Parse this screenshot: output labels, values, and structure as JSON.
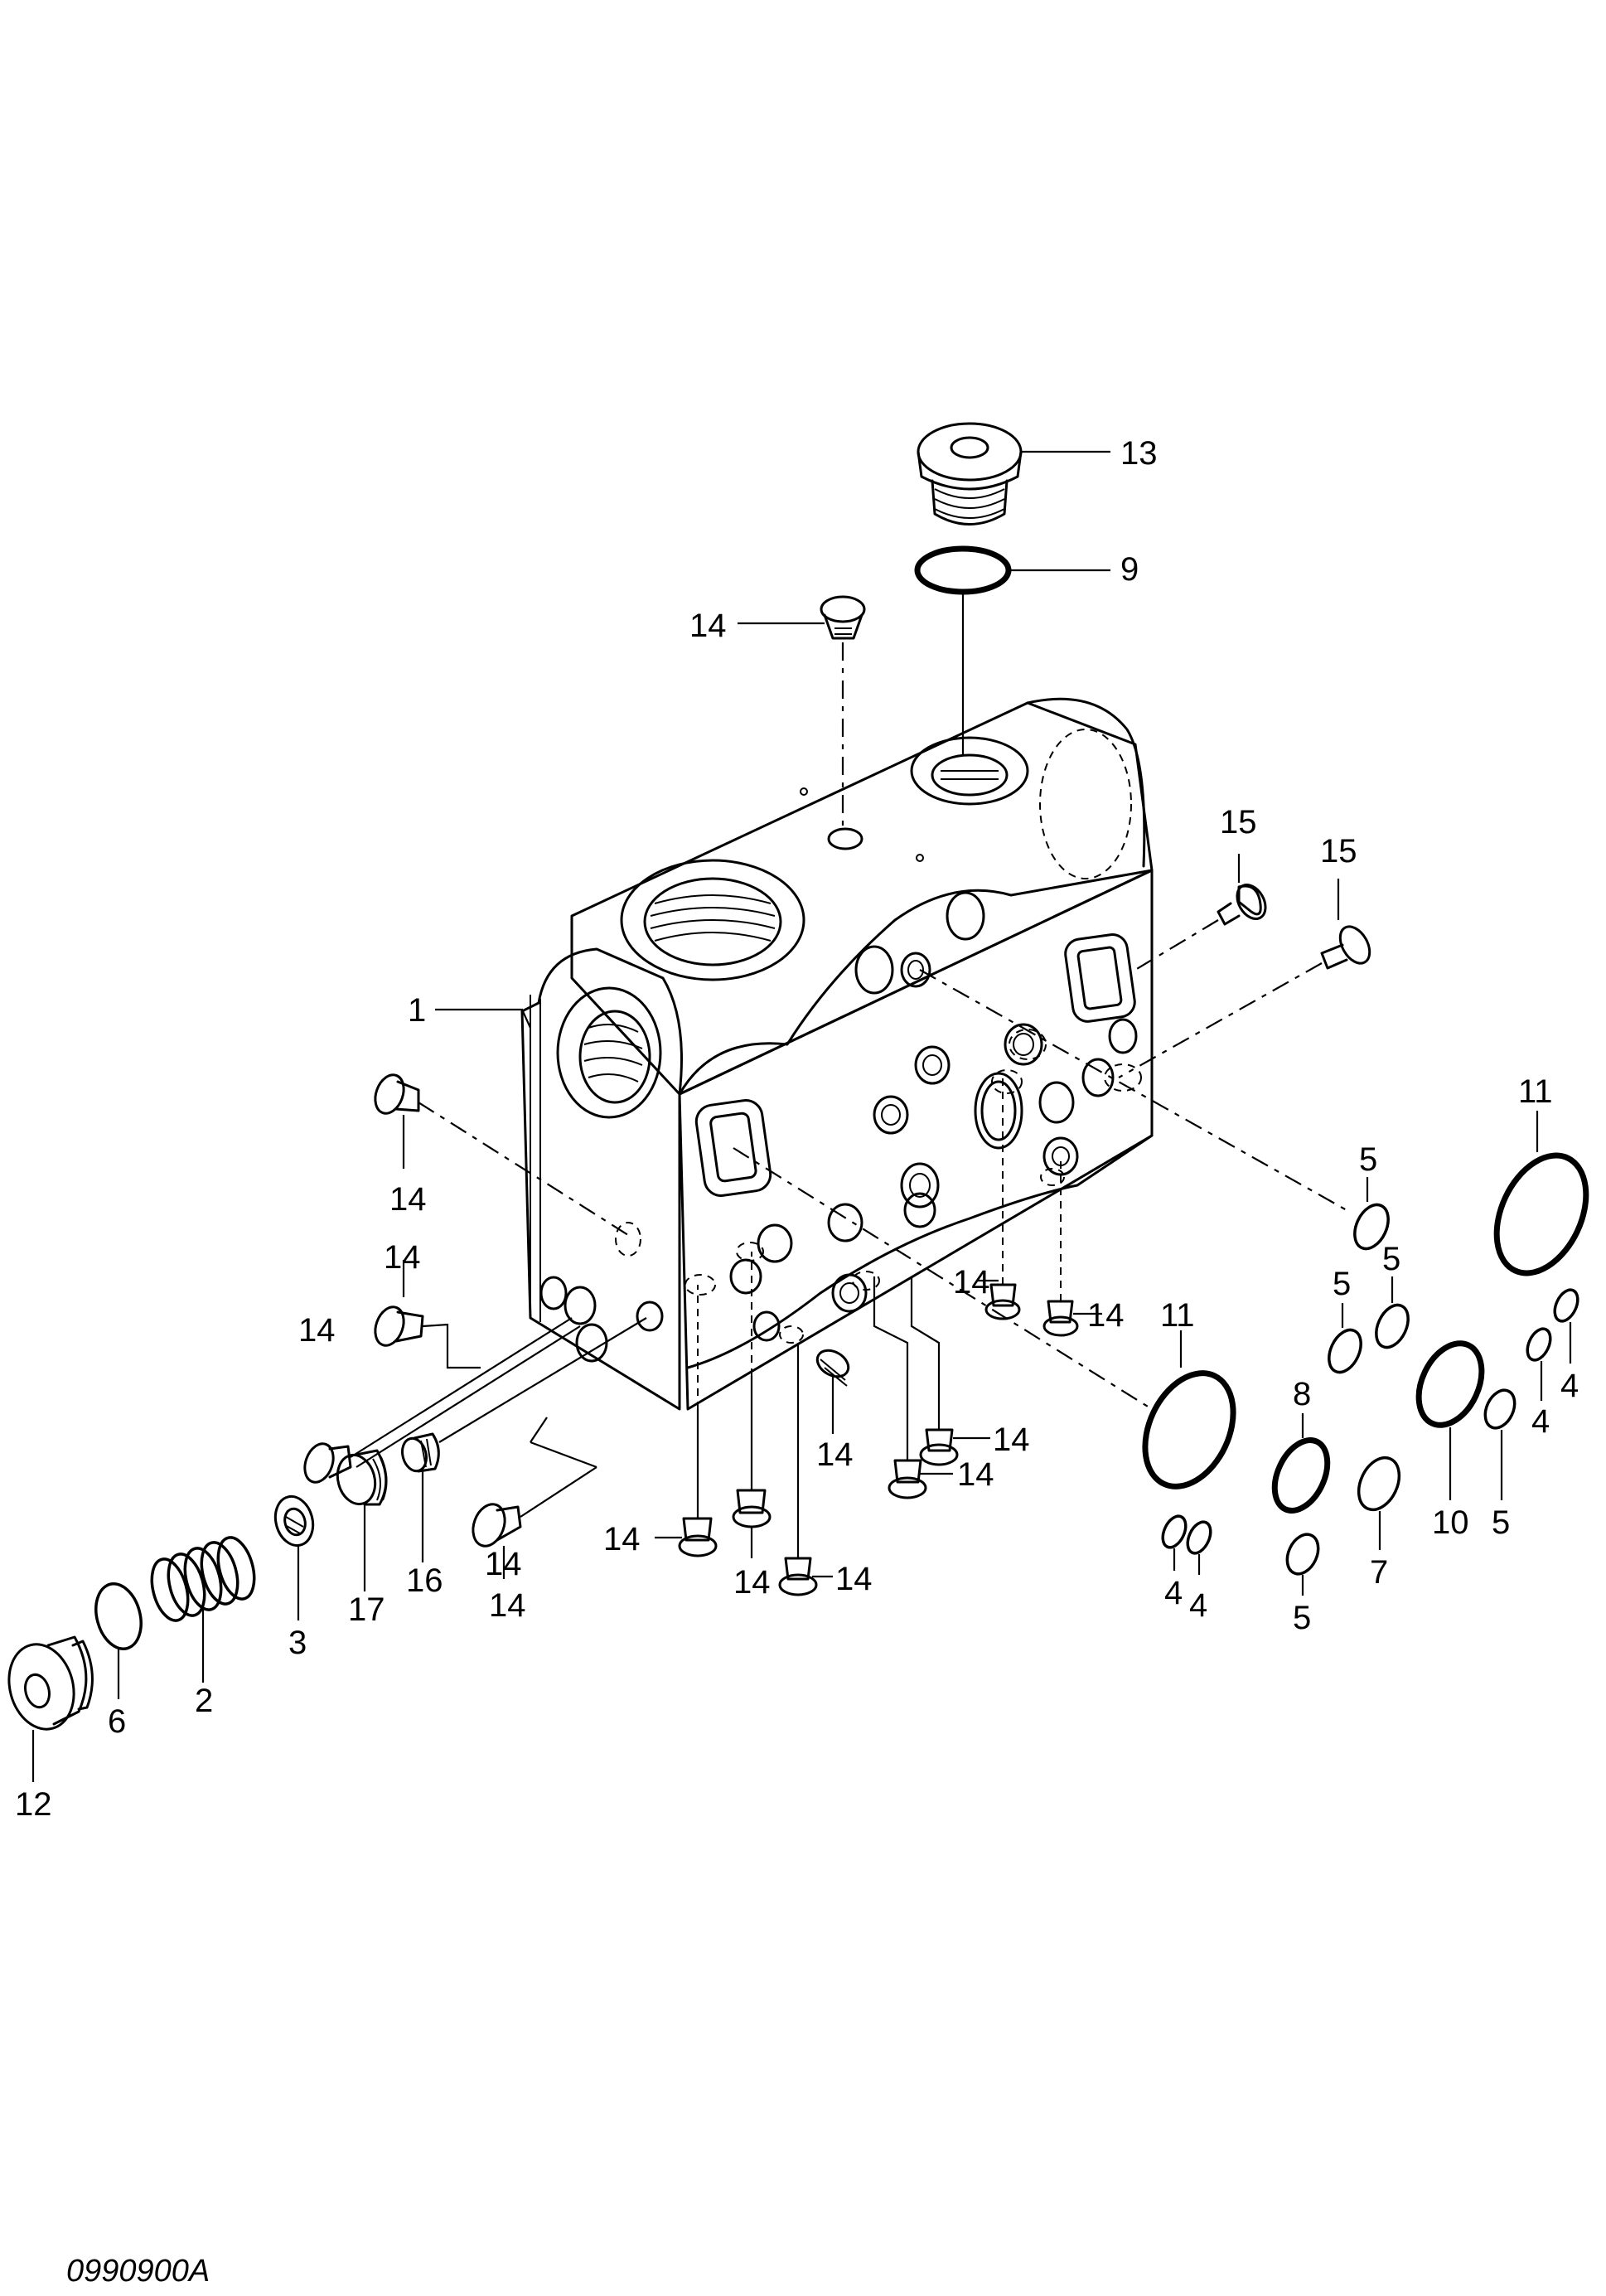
{
  "drawing_number": "0990900A",
  "callouts": {
    "c1": "1",
    "c2": "2",
    "c3": "3",
    "c4a": "4",
    "c4b": "4",
    "c4c": "4",
    "c4d": "4",
    "c5a": "5",
    "c5b": "5",
    "c5c": "5",
    "c5d": "5",
    "c5e": "5",
    "c6": "6",
    "c7": "7",
    "c8": "8",
    "c9": "9",
    "c10": "10",
    "c11a": "11",
    "c11b": "11",
    "c12": "12",
    "c13": "13",
    "c14a": "14",
    "c14b": "14",
    "c14c": "14",
    "c14d": "14",
    "c14e": "14",
    "c14f": "14",
    "c14g": "14",
    "c14h": "14",
    "c14i": "14",
    "c14j": "14",
    "c14k": "14",
    "c14l": "14",
    "c14m": "14",
    "c14n": "14",
    "c15a": "15",
    "c15b": "15",
    "c16": "16",
    "c17": "17"
  }
}
